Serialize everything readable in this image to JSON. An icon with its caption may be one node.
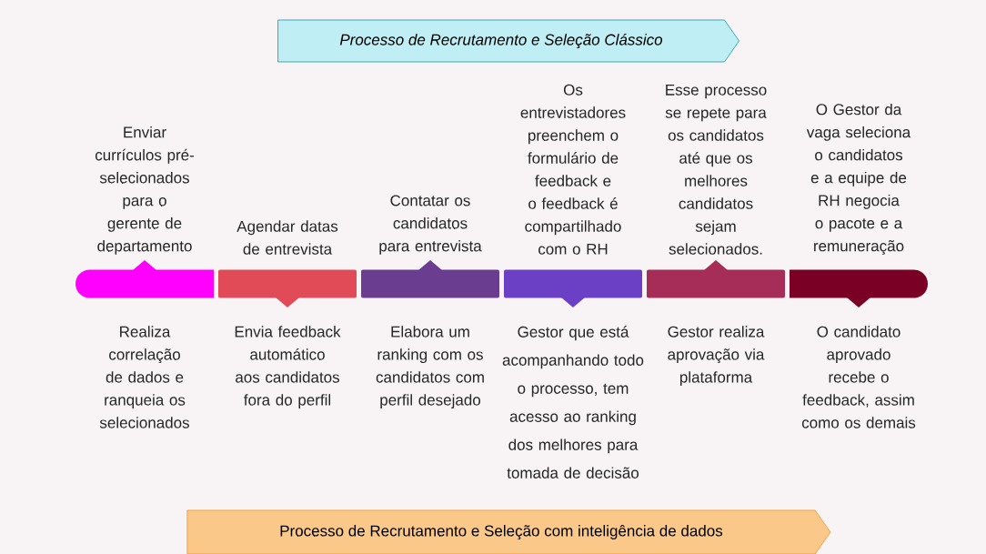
{
  "diagram": {
    "nodes": [
      {
        "text": [
          "Processo de Recrutamento e Seleção Clássico"
        ]
      },
      {
        "text": [
          "Processo de Recrutamento e Seleção com inteligência de dados"
        ]
      },
      {
        "text": [],
        "shape": "bar",
        "beside": [
          "Enviar currículos pré-selecionados para o gerente de departamento",
          "Realiza correlação de dados e ranqueia os selecionados"
        ]
      },
      {
        "text": [],
        "shape": "bar",
        "beside": [
          "Agendar datas de entrevista",
          "Envia feedback automático aos candidatos fora do perfil"
        ]
      },
      {
        "text": [],
        "shape": "bar",
        "beside": [
          "Contatar os candidatos para entrevista",
          "Elabora um ranking com os candidatos com perfil desejado"
        ]
      },
      {
        "text": [],
        "shape": "bar",
        "beside": [
          "Os entrevistadores preenchem o formulário de feedback e o feedback é compartilhado com o RH",
          "Gestor que está acompanhando todo o processo, tem acesso ao ranking dos melhores para tomada de decisão"
        ]
      },
      {
        "text": [],
        "shape": "bar",
        "beside": [
          "Esse processo se repete para os candidatos até que os melhores candidatos sejam selecionados.",
          "Gestor realiza aprovação via plataforma"
        ]
      },
      {
        "text": [],
        "shape": "bar",
        "beside": [
          "O Gestor da vaga seleciona o candidatos e a equipe de RH negocia o pacote e a remuneração",
          "O candidato aprovado recebe o feedback, assim como os demais"
        ]
      }
    ]
  }
}
